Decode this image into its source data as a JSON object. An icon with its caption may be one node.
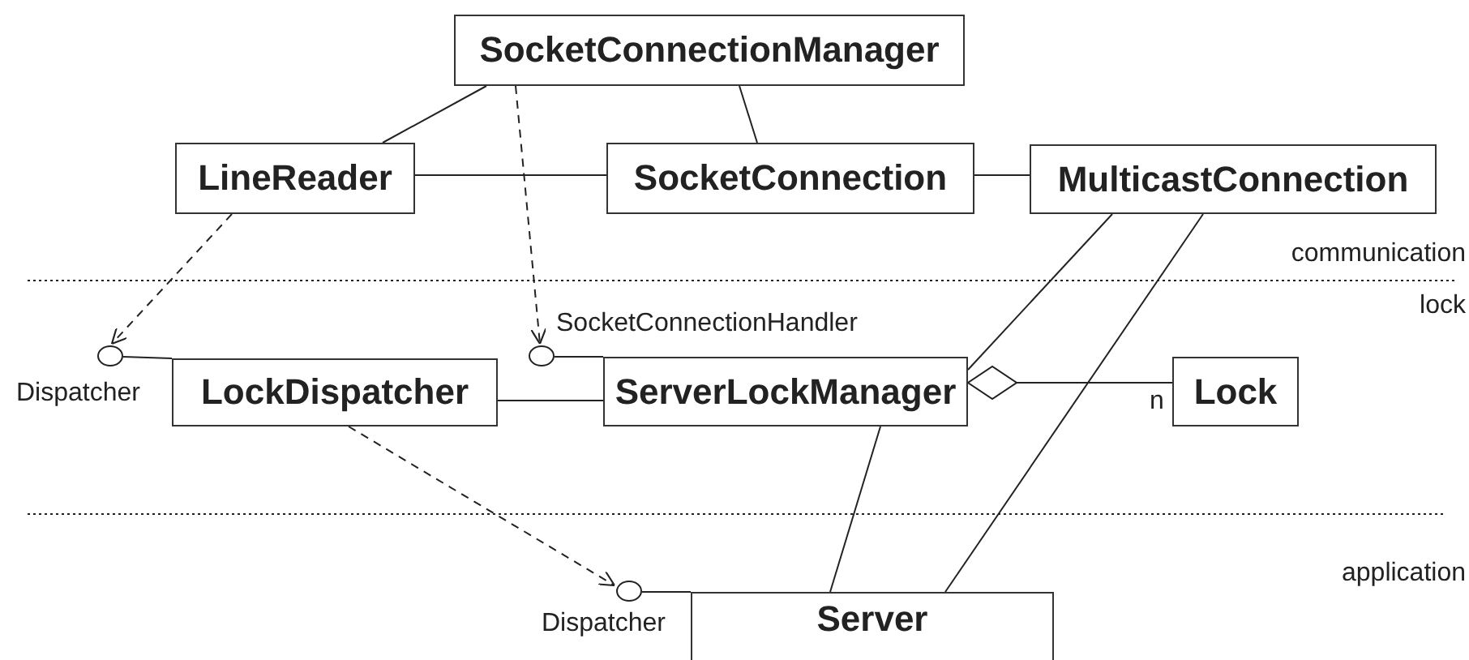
{
  "diagram": {
    "nodes": [
      {
        "text": [
          "SocketConnectionManager"
        ]
      },
      {
        "text": [
          "LineReader"
        ]
      },
      {
        "text": [
          "SocketConnection"
        ]
      },
      {
        "text": [
          "MulticastConnection"
        ]
      },
      {
        "text": [],
        "shape": "circle",
        "beside": [
          "Dispatcher"
        ]
      },
      {
        "text": [],
        "shape": "circle",
        "beside": [
          "SocketConnectionHandler"
        ]
      },
      {
        "text": [
          "LockDispatcher"
        ]
      },
      {
        "text": [
          "ServerLockManager"
        ]
      },
      {
        "text": [
          "Lock"
        ]
      },
      {
        "text": [],
        "shape": "circle",
        "beside": [
          "Dispatcher"
        ]
      },
      {
        "text": [
          "Server"
        ]
      }
    ],
    "edges": [
      {
        "from": 0,
        "to": 1,
        "arrow": "none"
      },
      {
        "from": 0,
        "to": 2,
        "arrow": "none"
      },
      {
        "from": 0,
        "to": 5,
        "arrow": "to",
        "style": "dashed"
      },
      {
        "from": 1,
        "to": 2,
        "arrow": "none"
      },
      {
        "from": 1,
        "to": 4,
        "arrow": "to",
        "style": "dashed"
      },
      {
        "from": 2,
        "to": 3,
        "arrow": "none"
      },
      {
        "from": 3,
        "to": 7,
        "arrow": "none"
      },
      {
        "from": 3,
        "to": 10,
        "arrow": "none"
      },
      {
        "from": 4,
        "to": 6,
        "arrow": "none"
      },
      {
        "from": 5,
        "to": 7,
        "arrow": "none"
      },
      {
        "from": 6,
        "to": 7,
        "arrow": "none"
      },
      {
        "from": 7,
        "to": 8,
        "arrow": "other",
        "label": "n"
      },
      {
        "from": 7,
        "to": 10,
        "arrow": "none"
      },
      {
        "from": 6,
        "to": 9,
        "arrow": "to",
        "style": "dashed"
      },
      {
        "from": 9,
        "to": 10,
        "arrow": "none"
      }
    ],
    "labels": [
      "communication",
      "lock",
      "application"
    ]
  }
}
